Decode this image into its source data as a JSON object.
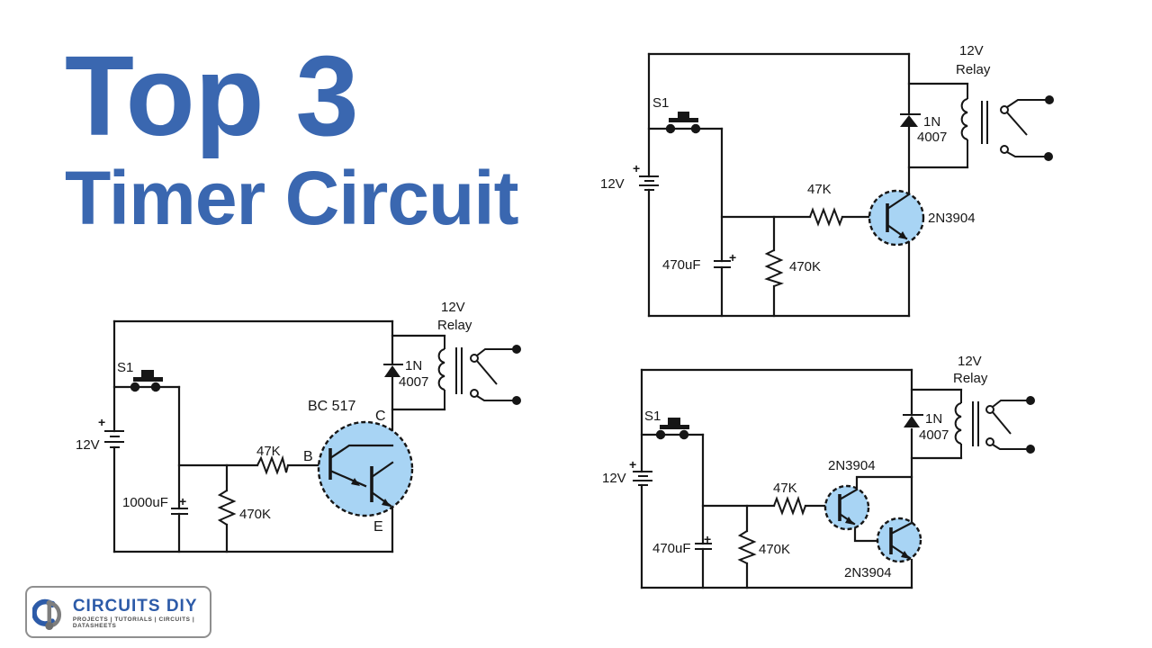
{
  "title": {
    "line1": "Top 3",
    "line2": "Timer Circuit"
  },
  "colors": {
    "title_blue": "#3A67B0",
    "transistor_fill": "#A8D4F4",
    "line": "#161616",
    "logo_blue": "#2D5BA8",
    "logo_gray": "#7E7E7E"
  },
  "circuit1": {
    "switch": "S1",
    "supply": "12V",
    "supply_plus": "+",
    "cap_value": "470uF",
    "cap_plus": "+",
    "r_base": "47K",
    "r_bleed": "470K",
    "transistor": "2N3904",
    "diode_line1": "1N",
    "diode_line2": "4007",
    "relay_line1": "12V",
    "relay_line2": "Relay"
  },
  "circuit2": {
    "switch": "S1",
    "supply": "12V",
    "supply_plus": "+",
    "cap_value": "1000uF",
    "cap_plus": "+",
    "r_base": "47K",
    "r_bleed": "470K",
    "transistor": "BC 517",
    "pin_b": "B",
    "pin_c": "C",
    "pin_e": "E",
    "diode_line1": "1N",
    "diode_line2": "4007",
    "relay_line1": "12V",
    "relay_line2": "Relay"
  },
  "circuit3": {
    "switch": "S1",
    "supply": "12V",
    "supply_plus": "+",
    "cap_value": "470uF",
    "cap_plus": "+",
    "r_base": "47K",
    "r_bleed": "470K",
    "transistor_top": "2N3904",
    "transistor_bottom": "2N3904",
    "diode_line1": "1N",
    "diode_line2": "4007",
    "relay_line1": "12V",
    "relay_line2": "Relay"
  },
  "logo": {
    "brand": "CIRCUITS DIY",
    "tagline": "PROJECTS | TUTORIALS | CIRCUITS | DATASHEETS"
  }
}
